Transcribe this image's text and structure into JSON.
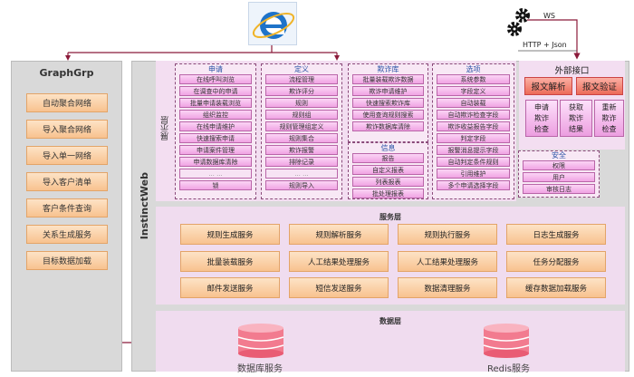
{
  "top": {
    "ws_label": "WS",
    "http_label": "HTTP + Json"
  },
  "graphgrp": {
    "title": "GraphGrp",
    "items": [
      "自动聚合网络",
      "导入聚合网络",
      "导入单一网络",
      "导入客户清单",
      "客户条件查询",
      "关系生成服务",
      "目标数据加载"
    ]
  },
  "main": {
    "title": "InstinctWeb",
    "presentation": {
      "title": "展示层",
      "columns": [
        {
          "title": "申请",
          "items": [
            "在线呼叫浏览",
            "在调查中的申请",
            "批量申请装载浏览",
            "组织监控",
            "在线申请维护",
            "快速搜索申请",
            "申请案件管理",
            "申请数据库清除",
            "... ...",
            "锁"
          ]
        },
        {
          "title": "定义",
          "items": [
            "流程管理",
            "欺诈评分",
            "规则",
            "规则组",
            "规则管理组定义",
            "规则集合",
            "欺诈报警",
            "排除记录",
            "... ...",
            "规则导入"
          ]
        },
        {
          "title": "欺诈库",
          "items": [
            "批量装载欺诈数据",
            "欺诈申请维护",
            "快速搜索欺诈库",
            "使用查询规则搜索",
            "欺诈数据库清除"
          ]
        },
        {
          "title": "信息",
          "items": [
            "报告",
            "自定义报表",
            "列表报表",
            "批处理报表"
          ]
        },
        {
          "title": "选项",
          "items": [
            "系统参数",
            "字段定义",
            "自动装载",
            "自动欺诈检查字段",
            "欺诈收益报告字段",
            "判定字段",
            "报警消息提示字段",
            "自动判定条件规则",
            "引用维护",
            "多个申请选择字段"
          ]
        }
      ]
    },
    "external": {
      "title": "外部接口",
      "buttons": [
        "报文解析",
        "报文验证"
      ],
      "actions": [
        "申请\n欺诈\n检查",
        "获取\n欺诈\n结果",
        "重新\n欺诈\n检查"
      ]
    },
    "security": {
      "title": "安全",
      "items": [
        "权限",
        "用户",
        "审核日志"
      ]
    },
    "service": {
      "title": "服务层",
      "items": [
        "规则生成服务",
        "规则解析服务",
        "规则执行服务",
        "日志生成服务",
        "批量装载服务",
        "人工结果处理服务",
        "人工结果处理服务",
        "任务分配服务",
        "邮件发送服务",
        "短信发送服务",
        "数据清理服务",
        "缓存数据加载服务"
      ]
    },
    "data": {
      "title": "数据层",
      "db_label": "数据库服务",
      "redis_label": "Redis服务"
    }
  },
  "colors": {
    "accent_line": "#8b1a3a",
    "db": "#f27b8f"
  }
}
